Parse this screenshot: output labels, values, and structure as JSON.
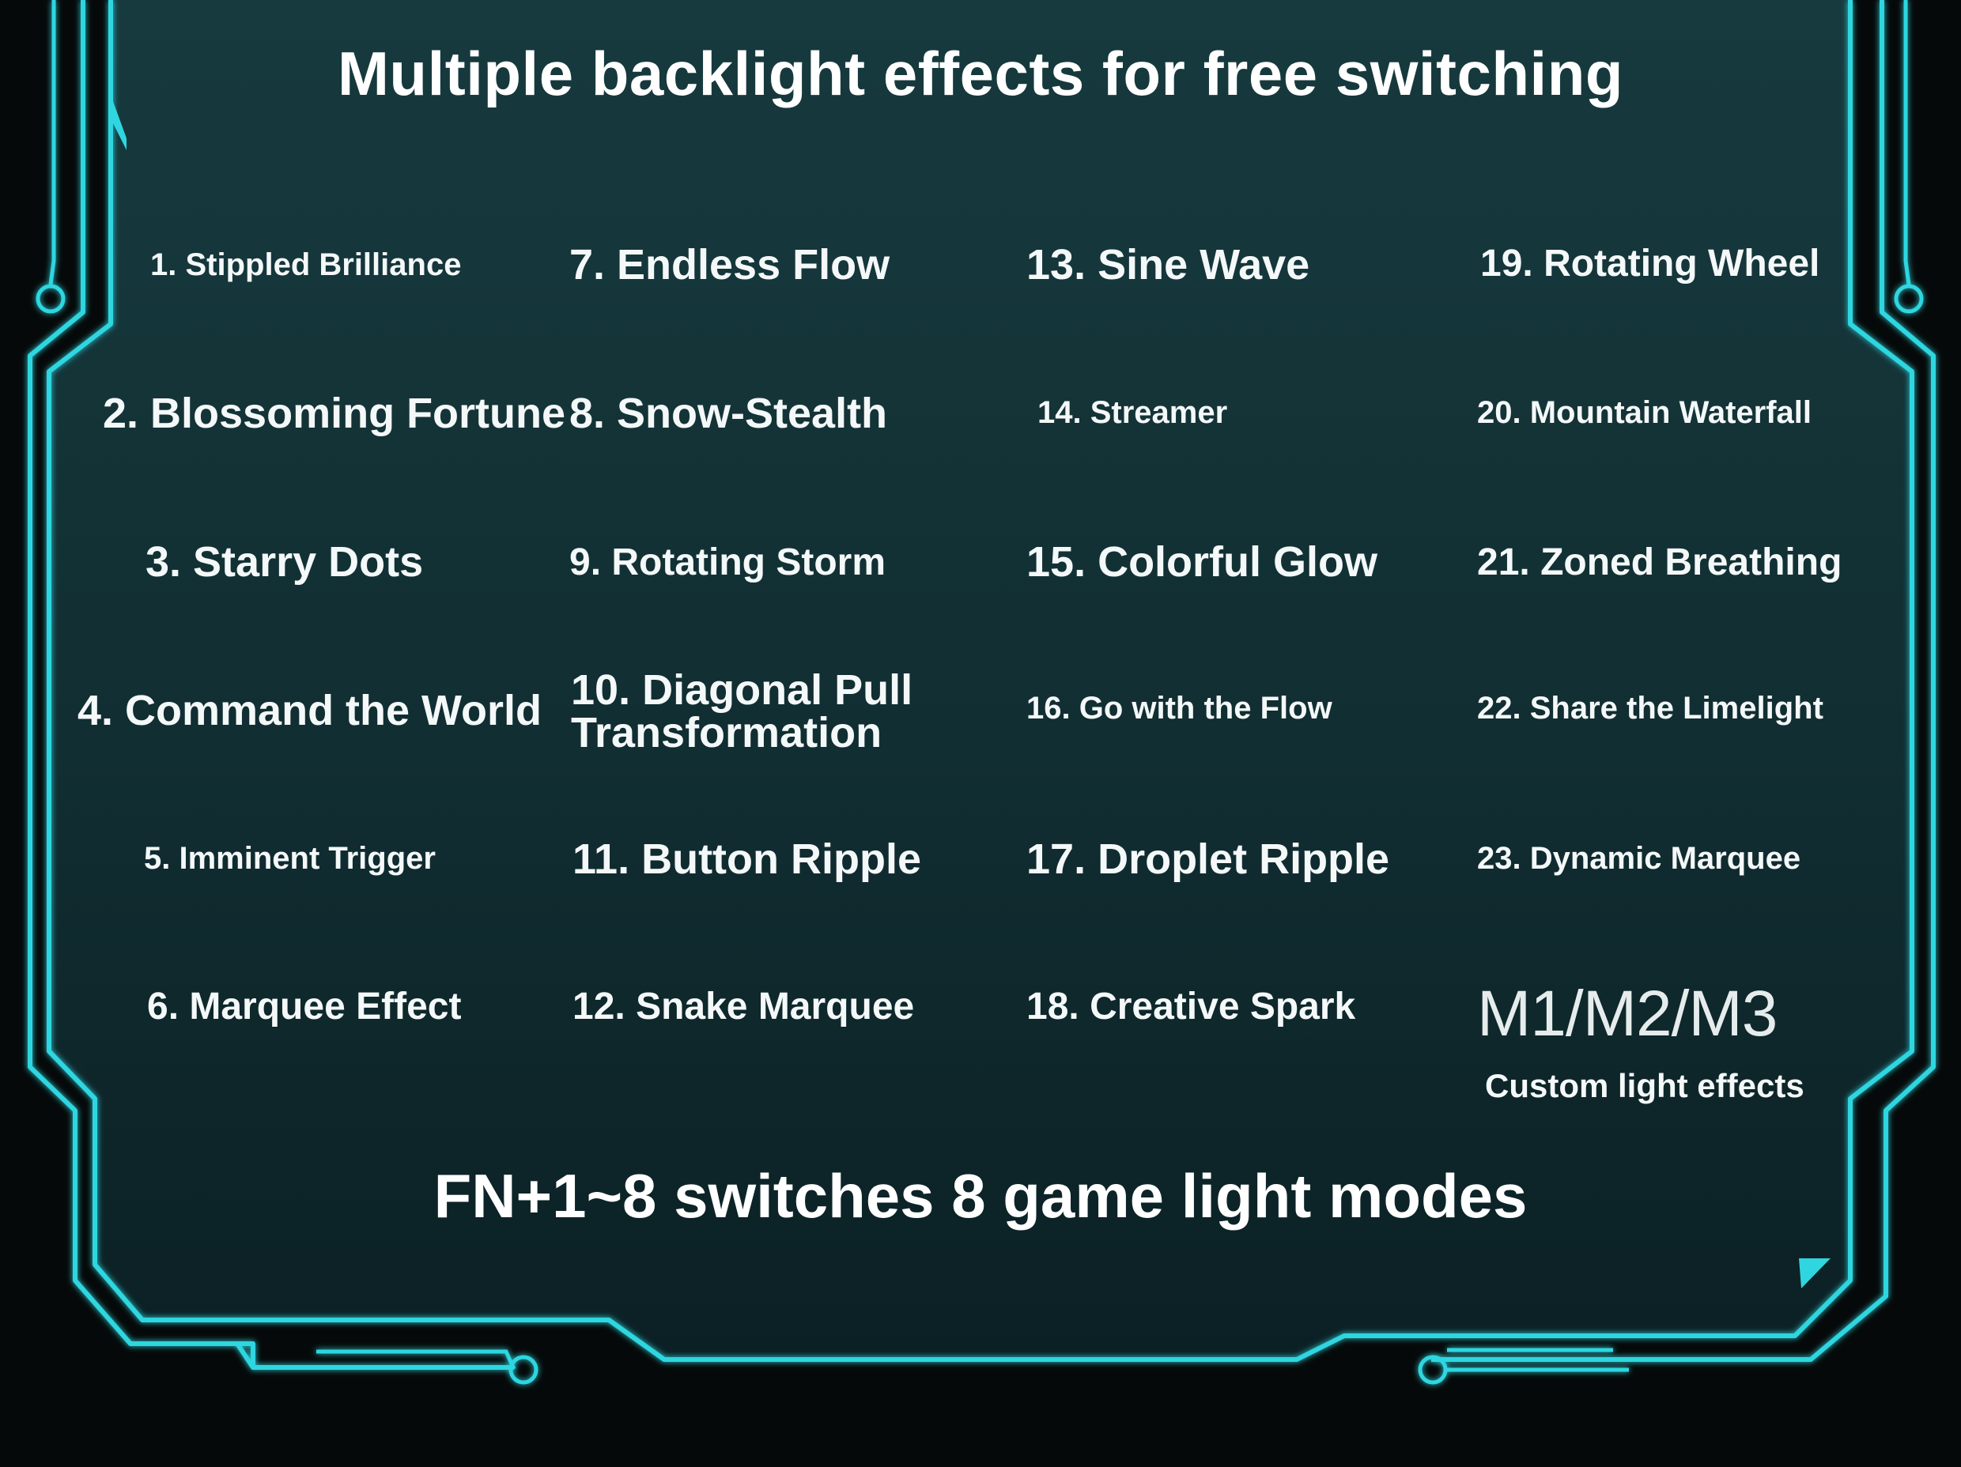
{
  "title": "Multiple backlight effects for free switching",
  "effects": [
    "1. Stippled Brilliance",
    "2. Blossoming Fortune",
    "3. Starry Dots",
    "4. Command the World",
    "5. Imminent Trigger",
    "6. Marquee Effect",
    "7. Endless Flow",
    "8. Snow-Stealth",
    "9. Rotating Storm",
    "10. Diagonal Pull Transformation",
    "11. Button Ripple",
    "12. Snake Marquee",
    "13. Sine Wave",
    "14. Streamer",
    "15. Colorful Glow",
    "16. Go with the Flow",
    "17. Droplet Ripple",
    "18. Creative Spark",
    "19. Rotating Wheel",
    "20. Mountain Waterfall",
    "21. Zoned Breathing",
    "22. Share the Limelight",
    "23. Dynamic Marquee"
  ],
  "custom": {
    "code": "M1/M2/M3",
    "label": "Custom light effects"
  },
  "footer": "FN+1~8 switches 8 game light modes",
  "colors": {
    "panel_top": "#15363a",
    "panel_bottom": "#0c2226",
    "frame_accent": "#2fd6e0",
    "background": "#060909"
  }
}
